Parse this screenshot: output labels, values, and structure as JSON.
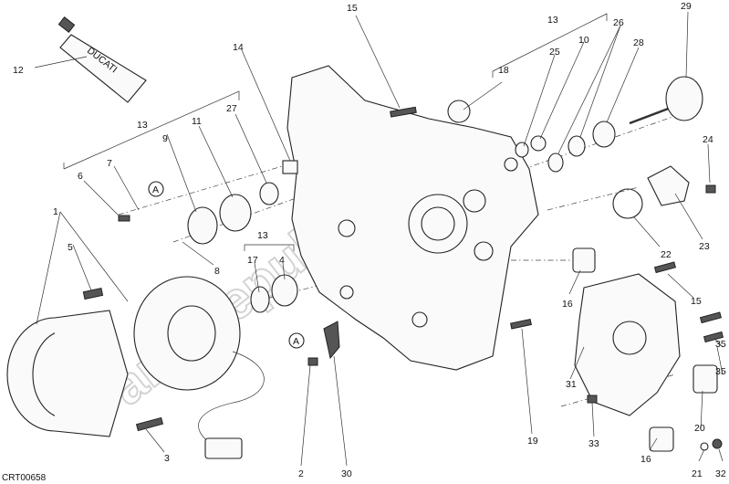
{
  "figure_code": "CRT00658",
  "tube_brand": "DUCATI",
  "watermark": "PartsRepublik",
  "ref_marker": "A",
  "callouts": [
    "1",
    "2",
    "3",
    "4",
    "5",
    "6",
    "7",
    "8",
    "9",
    "10",
    "11",
    "12",
    "13",
    "15",
    "16",
    "17",
    "18",
    "19",
    "20",
    "21",
    "22",
    "23",
    "24",
    "25",
    "26",
    "27",
    "28",
    "29",
    "30",
    "31",
    "32",
    "33",
    "35"
  ]
}
